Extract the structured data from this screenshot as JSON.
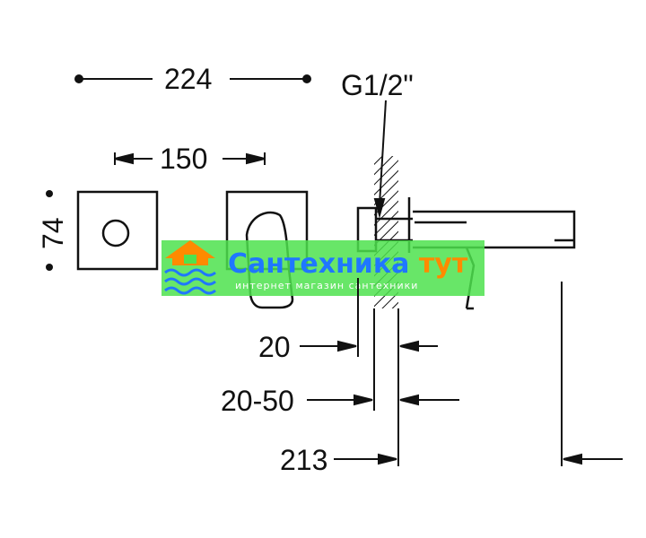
{
  "dimensions": {
    "overall_width": "224",
    "connection": "G1/2\"",
    "plate_spacing": "150",
    "plate_height": "74",
    "wall_gap": "20",
    "wall_range": "20-50",
    "spout_projection": "213"
  },
  "watermark": {
    "brand_part1": "Сантехника",
    "brand_part2": " тут",
    "tagline": "интернет магазин сантехники",
    "colors": {
      "banner": "#4ee24e",
      "brand_blue": "#1f77ff",
      "brand_orange": "#ff8a00"
    }
  }
}
